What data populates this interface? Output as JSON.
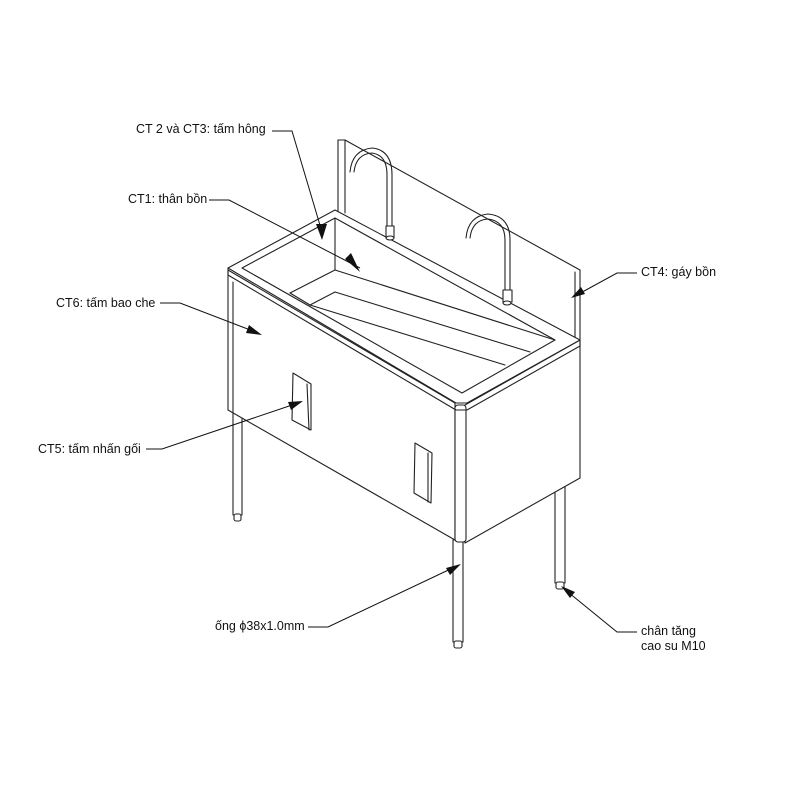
{
  "labels": {
    "ct2_ct3": "CT 2 và CT3: tấm hông",
    "ct1": "CT1: thân bồn",
    "ct6": "CT6: tấm bao che",
    "ct5": "CT5: tấm nhấn gối",
    "ct4": "CT4: gáy bồn",
    "pipe": "ống ϕ38x1.0mm",
    "foot_line1": "chân tăng",
    "foot_line2": "cao su M10"
  }
}
